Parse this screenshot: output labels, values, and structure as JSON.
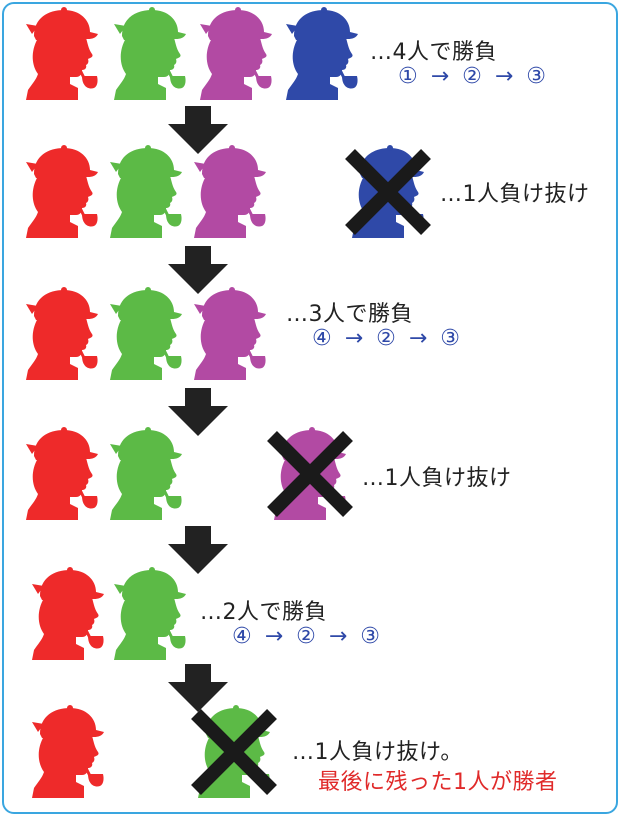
{
  "colors": {
    "red": "#ee2a2a",
    "green": "#5cba46",
    "purple": "#b24aa3",
    "blue": "#2f49a8",
    "arrow": "#222222",
    "border": "#3aa6e0",
    "winner_text": "#e02a2a"
  },
  "icons": {
    "player": "detective-silhouette-icon",
    "eliminated": "cross-mark-icon",
    "step": "down-arrow-icon"
  },
  "steps": [
    {
      "text": "…4人で勝負",
      "sequence": "① → ② → ③"
    },
    {
      "text": "…1人負け抜け"
    },
    {
      "text": "…3人で勝負",
      "sequence": "④ → ② → ③"
    },
    {
      "text": "…1人負け抜け"
    },
    {
      "text": "…2人で勝負",
      "sequence": "④ → ② → ③"
    },
    {
      "text": "…1人負け抜け。",
      "highlight": "最後に残った1人が勝者"
    }
  ]
}
